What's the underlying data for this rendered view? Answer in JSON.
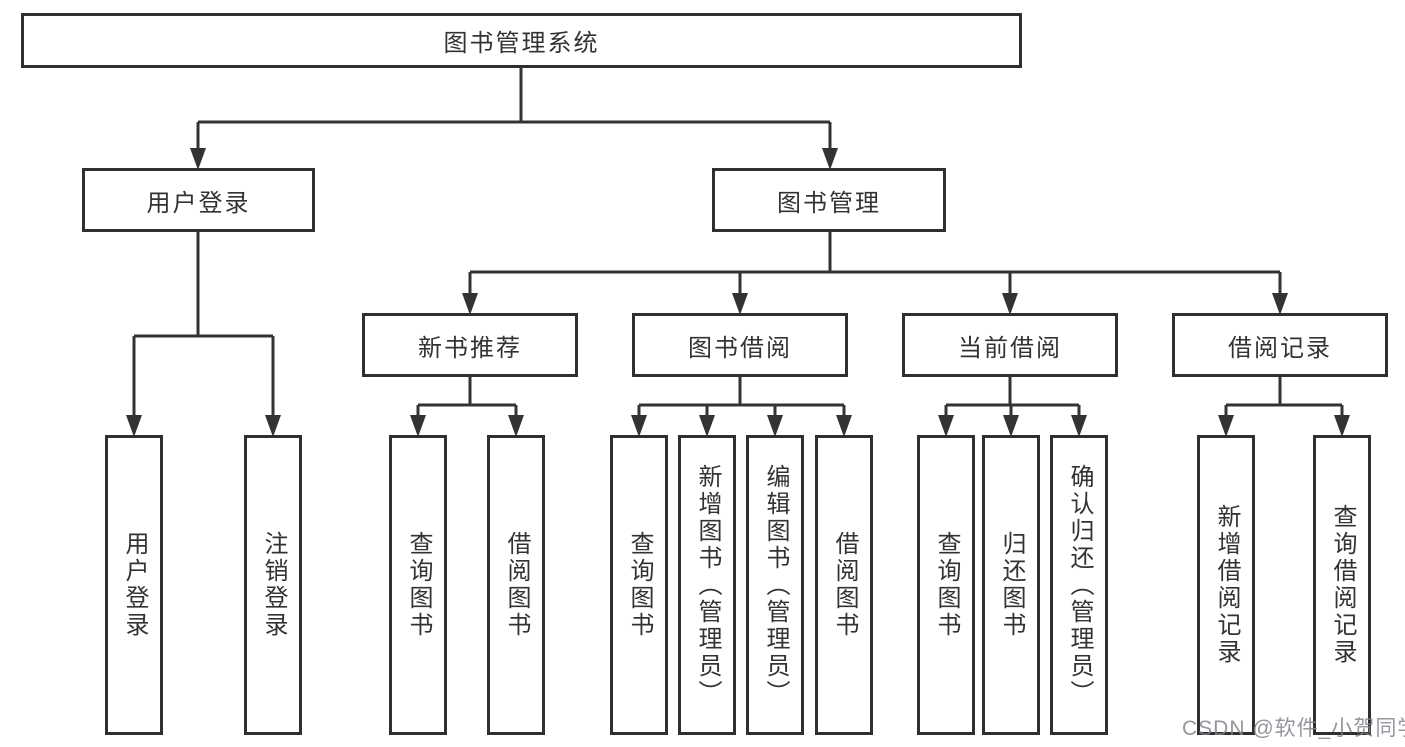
{
  "diagram": {
    "root": {
      "label": "图书管理系统"
    },
    "level2": {
      "user_login": {
        "label": "用户登录"
      },
      "book_mgmt": {
        "label": "图书管理"
      }
    },
    "level3": {
      "new_book": {
        "label": "新书推荐"
      },
      "book_borrow": {
        "label": "图书借阅"
      },
      "current_borrow": {
        "label": "当前借阅"
      },
      "borrow_records": {
        "label": "借阅记录"
      }
    },
    "leaves": {
      "user_login": [
        "用户登录",
        "注销登录"
      ],
      "new_book": [
        "查询图书",
        "借阅图书"
      ],
      "book_borrow": [
        "查询图书",
        "新增图书（管理员）",
        "编辑图书（管理员）",
        "借阅图书"
      ],
      "current_borrow": [
        "查询图书",
        "归还图书",
        "确认归还（管理员）"
      ],
      "borrow_records": [
        "新增借阅记录",
        "查询借阅记录"
      ]
    },
    "watermark": "CSDN @软件_小贺同学"
  },
  "colors": {
    "line": "#333333",
    "border": "#2f2f2f",
    "text": "#333333",
    "watermark": "#82848c",
    "background": "#ffffff"
  }
}
